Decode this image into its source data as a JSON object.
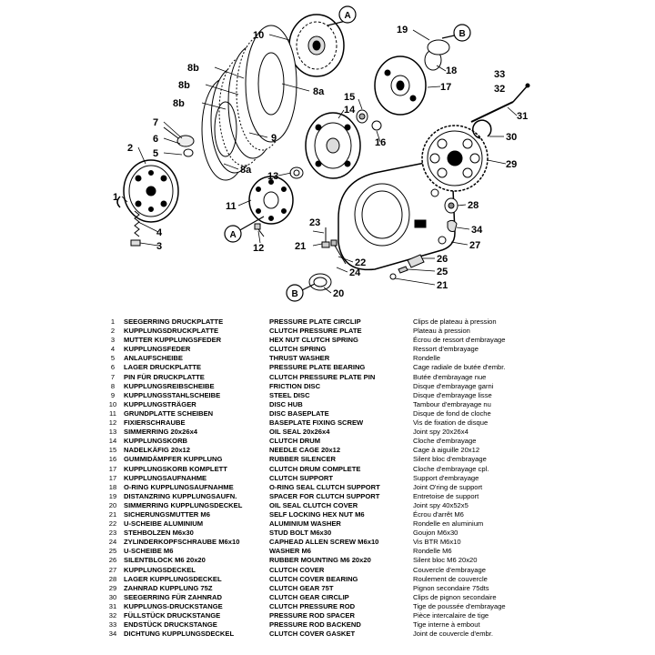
{
  "callouts": {
    "a": "A",
    "b": "B"
  },
  "labels": {
    "l1": "1",
    "l2": "2",
    "l3": "3",
    "l4": "4",
    "l5": "5",
    "l6": "6",
    "l7": "7",
    "l8a_1": "8a",
    "l8a_2": "8a",
    "l8b_1": "8b",
    "l8b_2": "8b",
    "l8b_3": "8b",
    "l9": "9",
    "l10": "10",
    "l11": "11",
    "l12": "12",
    "l13": "13",
    "l14": "14",
    "l15": "15",
    "l16": "16",
    "l17": "17",
    "l18": "18",
    "l19": "19",
    "l20": "20",
    "l21_1": "21",
    "l21_2": "21",
    "l22": "22",
    "l23": "23",
    "l24": "24",
    "l25": "25",
    "l26": "26",
    "l27": "27",
    "l28": "28",
    "l29": "29",
    "l30": "30",
    "l31": "31",
    "l32": "32",
    "l33": "33",
    "l34": "34"
  },
  "parts": [
    {
      "num": "1",
      "de": "SEEGERRING DRUCKPLATTE",
      "en": "PRESSURE PLATE CIRCLIP",
      "fr": "Clips de plateau à pression"
    },
    {
      "num": "2",
      "de": "KUPPLUNGSDRUCKPLATTE",
      "en": "CLUTCH PRESSURE PLATE",
      "fr": "Plateau à pression"
    },
    {
      "num": "3",
      "de": "MUTTER KUPPLUNGSFEDER",
      "en": "HEX NUT CLUTCH SPRING",
      "fr": "Écrou de ressort d'embrayage"
    },
    {
      "num": "4",
      "de": "KUPPLUNGSFEDER",
      "en": "CLUTCH SPRING",
      "fr": "Ressort d'embrayage"
    },
    {
      "num": "5",
      "de": "ANLAUFSCHEIBE",
      "en": "THRUST WASHER",
      "fr": "Rondelle"
    },
    {
      "num": "6",
      "de": "LAGER DRUCKPLATTE",
      "en": "PRESSURE PLATE BEARING",
      "fr": "Cage radiale de butée d'embr."
    },
    {
      "num": "7",
      "de": "PIN FÜR DRUCKPLATTE",
      "en": "CLUTCH PRESSURE PLATE PIN",
      "fr": "Butée d'embrayage nue"
    },
    {
      "num": "8",
      "de": "KUPPLUNGSREIBSCHEIBE",
      "en": "FRICTION DISC",
      "fr": "Disque d'embrayage garni"
    },
    {
      "num": "9",
      "de": "KUPPLUNGSSTAHLSCHEIBE",
      "en": "STEEL DISC",
      "fr": "Disque d'embrayage lisse"
    },
    {
      "num": "10",
      "de": "KUPPLUNGSTRÄGER",
      "en": "DISC HUB",
      "fr": "Tambour d'embrayage nu"
    },
    {
      "num": "11",
      "de": "GRUNDPLATTE SCHEIBEN",
      "en": "DISC BASEPLATE",
      "fr": "Disque de fond de cloche"
    },
    {
      "num": "12",
      "de": "FIXIERSCHRAUBE",
      "en": "BASEPLATE FIXING SCREW",
      "fr": "Vis de fixation de disque"
    },
    {
      "num": "13",
      "de": "SIMMERRING 20x26x4",
      "en": "OIL SEAL 20x26x4",
      "fr": "Joint spy 20x26x4"
    },
    {
      "num": "14",
      "de": "KUPPLUNGSKORB",
      "en": "CLUTCH DRUM",
      "fr": "Cloche d'embrayage"
    },
    {
      "num": "15",
      "de": "NADELKÄFIG 20x12",
      "en": "NEEDLE CAGE 20x12",
      "fr": "Cage à aiguille 20x12"
    },
    {
      "num": "16",
      "de": "GUMMIDÄMPFER KUPPLUNG",
      "en": "RUBBER SILENCER",
      "fr": "Silent bloc d'embrayage"
    },
    {
      "num": "17",
      "de": "KUPPLUNGSKORB KOMPLETT",
      "en": "CLUTCH DRUM COMPLETE",
      "fr": "Cloche d'embrayage cpl."
    },
    {
      "num": "17",
      "de": "KUPPLUNGSAUFNAHME",
      "en": "CLUTCH SUPPORT",
      "fr": "Support d'embrayage"
    },
    {
      "num": "18",
      "de": "O-RING KUPPLUNGSAUFNAHME",
      "en": "O-RING SEAL CLUTCH SUPPORT",
      "fr": "Joint O'ring de support"
    },
    {
      "num": "19",
      "de": "DISTANZRING KUPPLUNGSAUFN.",
      "en": "SPACER FOR CLUTCH SUPPORT",
      "fr": "Entretoise de support"
    },
    {
      "num": "20",
      "de": "SIMMERRING KUPPLUNGSDECKEL",
      "en": "OIL SEAL CLUTCH COVER",
      "fr": "Joint spy 40x52x5"
    },
    {
      "num": "21",
      "de": "SICHERUNGSMUTTER M6",
      "en": "SELF LOCKING HEX NUT M6",
      "fr": "Écrou d'arrêt M6"
    },
    {
      "num": "22",
      "de": "U-SCHEIBE ALUMINIUM",
      "en": "ALUMINIUM WASHER",
      "fr": "Rondelle en aluminium"
    },
    {
      "num": "23",
      "de": "STEHBOLZEN M6x30",
      "en": "STUD BOLT M6x30",
      "fr": "Goujon M6x30"
    },
    {
      "num": "24",
      "de": "ZYLINDERKOPFSCHRAUBE M6x10",
      "en": "CAPHEAD ALLEN SCREW M6x10",
      "fr": "Vis BTR M6x10"
    },
    {
      "num": "25",
      "de": "U-SCHEIBE M6",
      "en": "WASHER M6",
      "fr": "Rondelle M6"
    },
    {
      "num": "26",
      "de": "SILENTBLOCK M6 20x20",
      "en": "RUBBER MOUNTING M6 20x20",
      "fr": "Silent bloc M6 20x20"
    },
    {
      "num": "27",
      "de": "KUPPLUNGSDECKEL",
      "en": "CLUTCH COVER",
      "fr": "Couvercle d'embrayage"
    },
    {
      "num": "28",
      "de": "LAGER KUPPLUNGSDECKEL",
      "en": "CLUTCH COVER BEARING",
      "fr": "Roulement de couvercle"
    },
    {
      "num": "29",
      "de": "ZAHNRAD KUPPLUNG 75Z",
      "en": "CLUTCH GEAR 75T",
      "fr": "Pignon secondaire 75dts"
    },
    {
      "num": "30",
      "de": "SEEGERRING FÜR ZAHNRAD",
      "en": "CLUTCH GEAR CIRCLIP",
      "fr": "Clips de pignon secondaire"
    },
    {
      "num": "31",
      "de": "KUPPLUNGS-DRUCKSTANGE",
      "en": "CLUTCH PRESSURE ROD",
      "fr": "Tige de poussée d'embrayage"
    },
    {
      "num": "32",
      "de": "FÜLLSTÜCK DRUCKSTANGE",
      "en": "PRESSURE ROD SPACER",
      "fr": "Pièce intercalaire de tige"
    },
    {
      "num": "33",
      "de": "ENDSTÜCK DRUCKSTANGE",
      "en": "PRESSURE ROD BACKEND",
      "fr": "Tige interne à embout"
    },
    {
      "num": "34",
      "de": "DICHTUNG KUPPLUNGSDECKEL",
      "en": "CLUTCH COVER GASKET",
      "fr": "Joint de couvercle d'embr."
    }
  ]
}
